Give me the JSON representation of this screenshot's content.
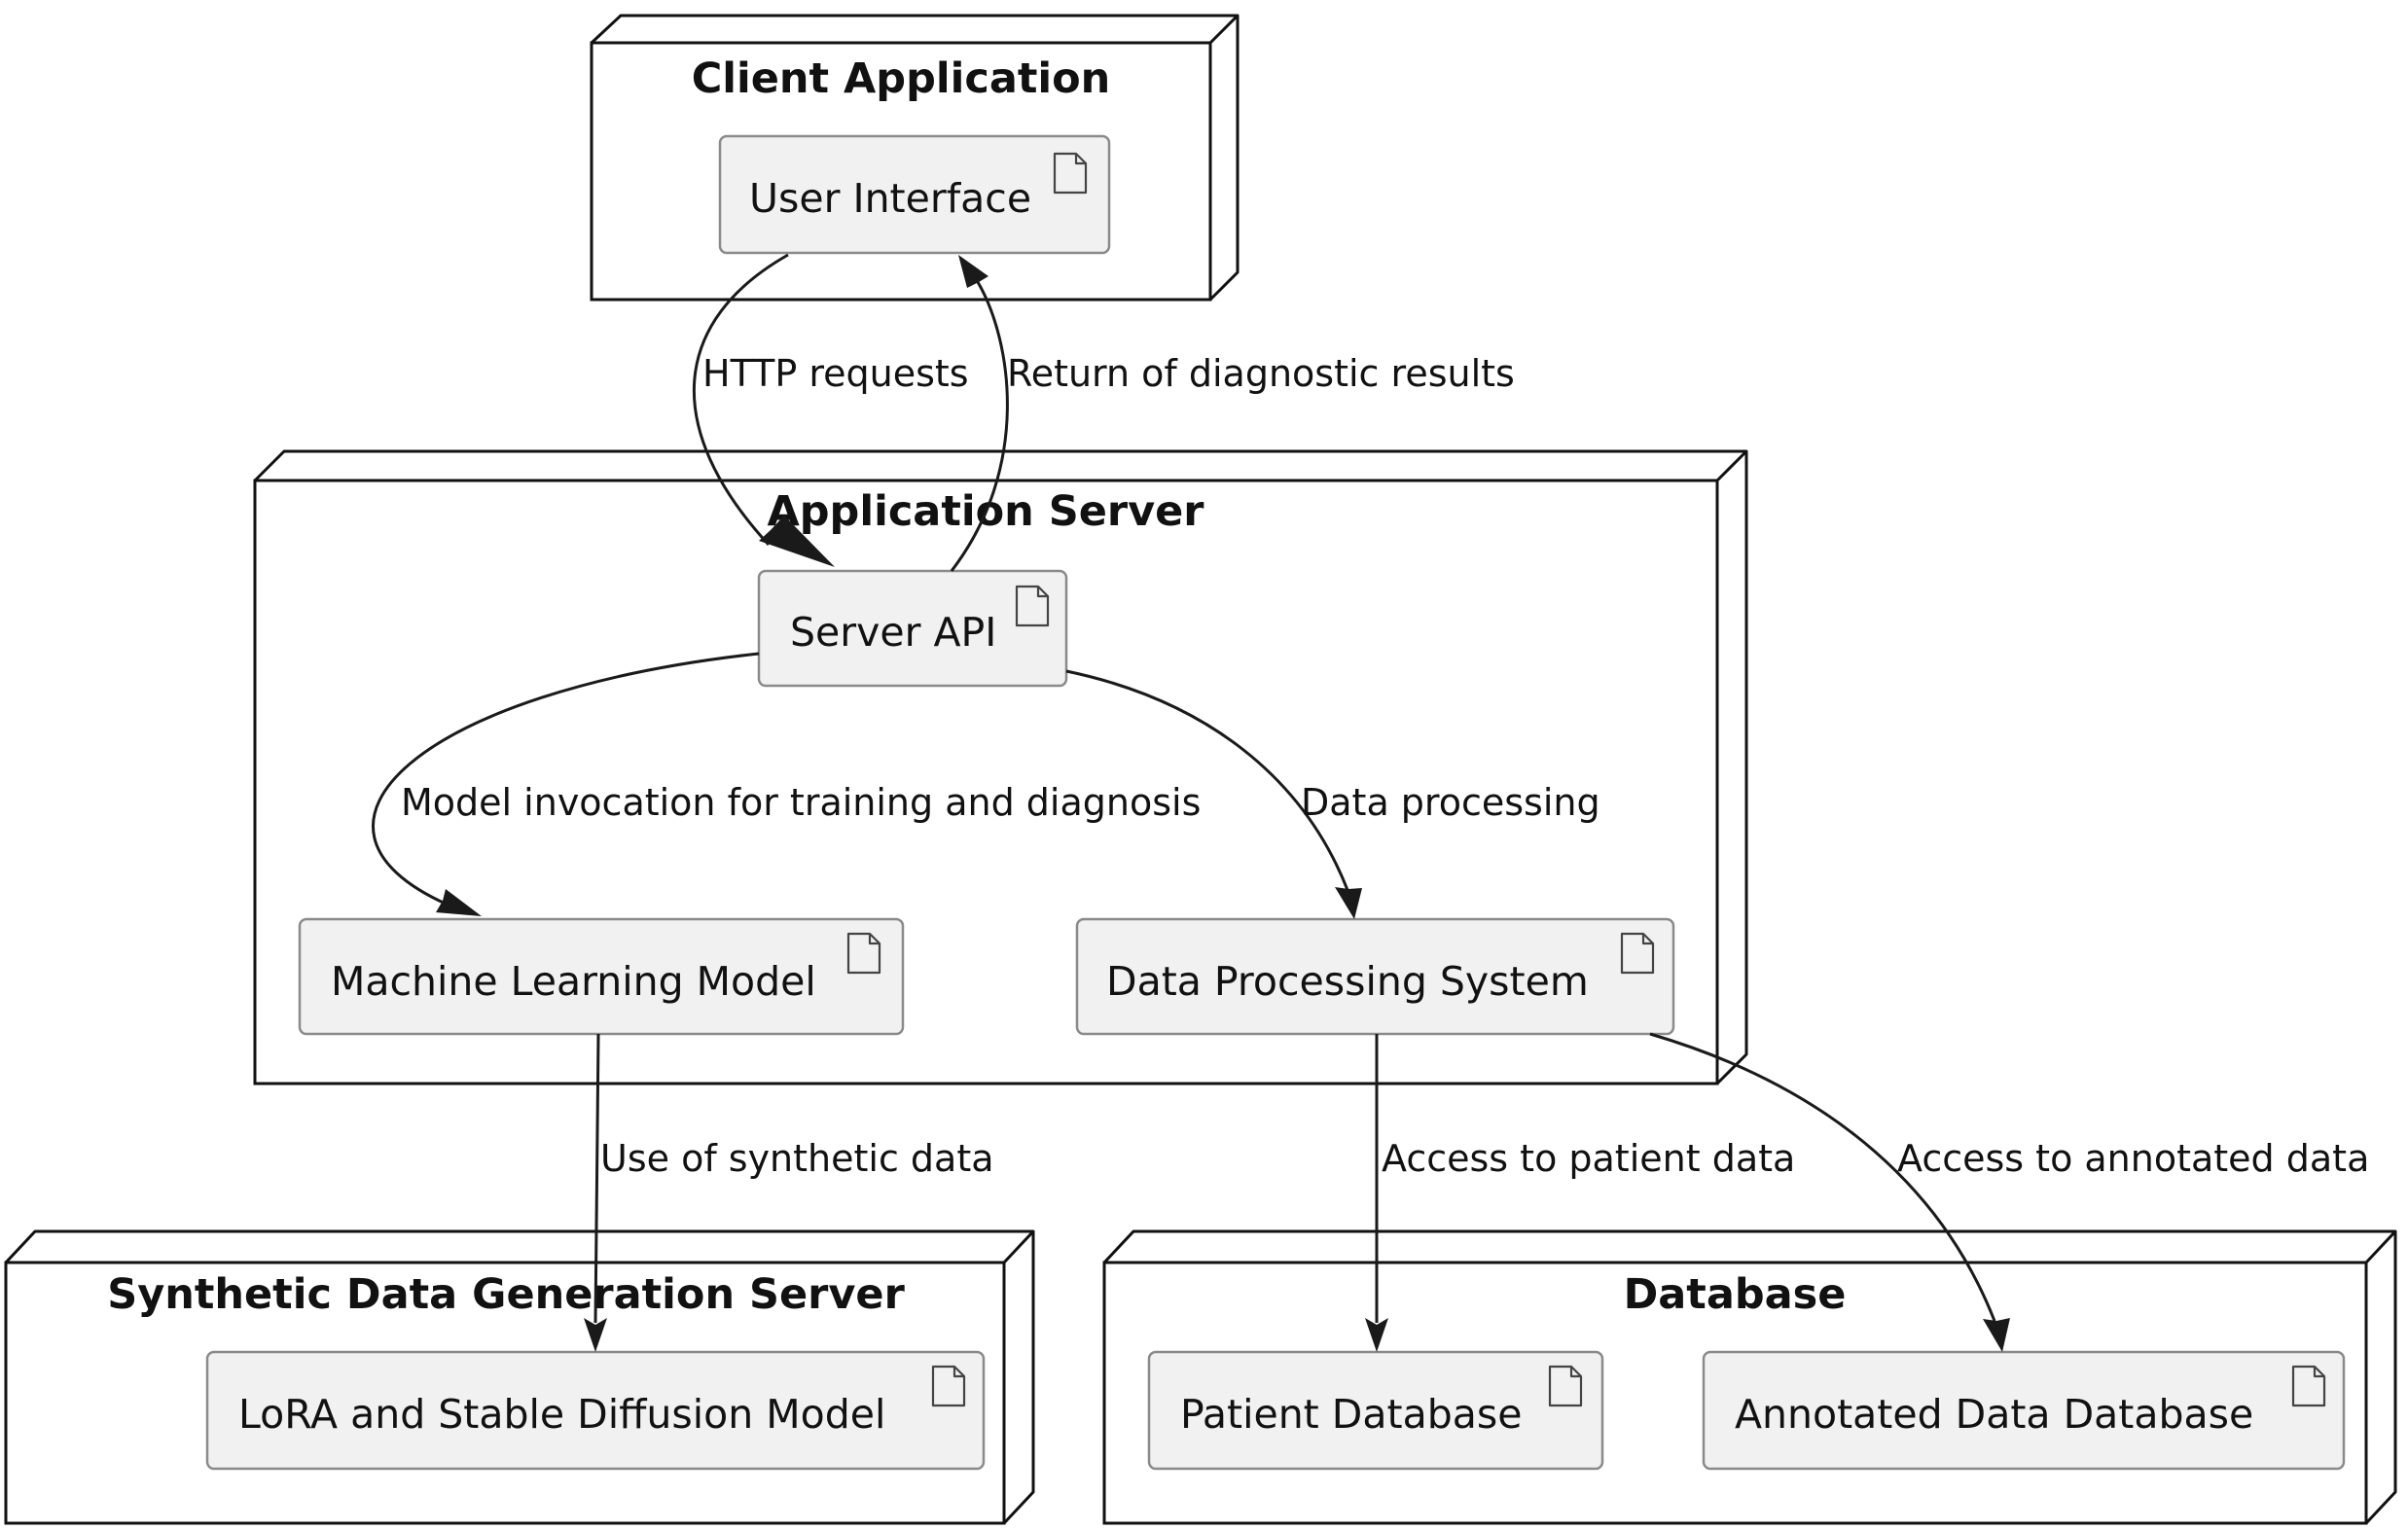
{
  "nodes": {
    "client": {
      "title": "Client Application",
      "components": {
        "ui": "User Interface"
      }
    },
    "app_server": {
      "title": "Application Server",
      "components": {
        "api": "Server API",
        "ml": "Machine Learning Model",
        "dps": "Data Processing System"
      }
    },
    "synth_server": {
      "title": "Synthetic Data Generation Server",
      "components": {
        "lora": "LoRA and Stable Diffusion Model"
      }
    },
    "database": {
      "title": "Database",
      "components": {
        "patient": "Patient Database",
        "annotated": "Annotated Data Database"
      }
    }
  },
  "edges": {
    "http_requests": "HTTP requests",
    "return_results": "Return of diagnostic results",
    "model_invocation": "Model invocation for training and diagnosis",
    "data_processing": "Data processing",
    "synthetic_data": "Use of synthetic data",
    "patient_access": "Access to patient data",
    "annotated_access": "Access to annotated data"
  },
  "icons": {
    "artifact": "document-artifact-icon",
    "arrow": "arrowhead-icon"
  },
  "colors": {
    "component_fill": "#f1f1f1",
    "component_border": "#8a8a8a",
    "line": "#111111",
    "background": "#ffffff"
  }
}
